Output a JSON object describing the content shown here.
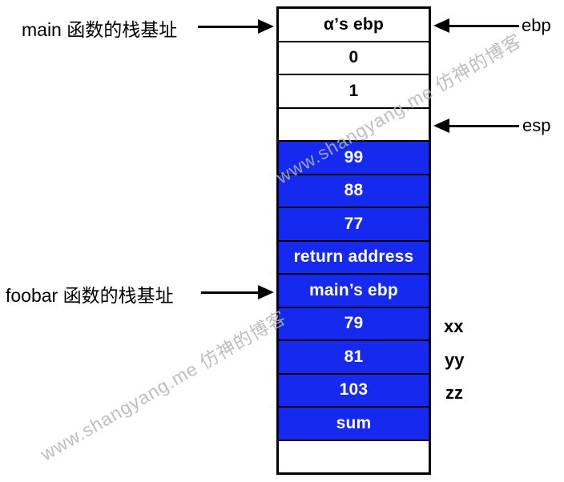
{
  "diagram": {
    "left_labels": {
      "main_stack_base": "main 函数的栈基址",
      "foobar_stack_base": "foobar 函数的栈基址"
    },
    "register_labels": {
      "ebp": "ebp",
      "esp": "esp"
    },
    "stack": {
      "rows": [
        {
          "text": "α’s ebp",
          "fill": "white"
        },
        {
          "text": "0",
          "fill": "white"
        },
        {
          "text": "1",
          "fill": "white"
        },
        {
          "text": "",
          "fill": "white"
        },
        {
          "text": "99",
          "fill": "blue"
        },
        {
          "text": "88",
          "fill": "blue"
        },
        {
          "text": "77",
          "fill": "blue"
        },
        {
          "text": "return address",
          "fill": "blue"
        },
        {
          "text": "main’s ebp",
          "fill": "blue"
        },
        {
          "text": "79",
          "fill": "blue",
          "side_label": "xx"
        },
        {
          "text": "81",
          "fill": "blue",
          "side_label": "yy"
        },
        {
          "text": "103",
          "fill": "blue",
          "side_label": "zz"
        },
        {
          "text": "sum",
          "fill": "blue"
        },
        {
          "text": "",
          "fill": "white"
        }
      ]
    },
    "watermark": {
      "text": "www.shangyang.me 仿神的博客"
    },
    "colors": {
      "cell_blue": "#1629ee",
      "border_black": "#000000",
      "watermark_gray": "#b3b3b3",
      "cell_text_white": "#ffffff",
      "label_text_black": "#000000"
    }
  }
}
